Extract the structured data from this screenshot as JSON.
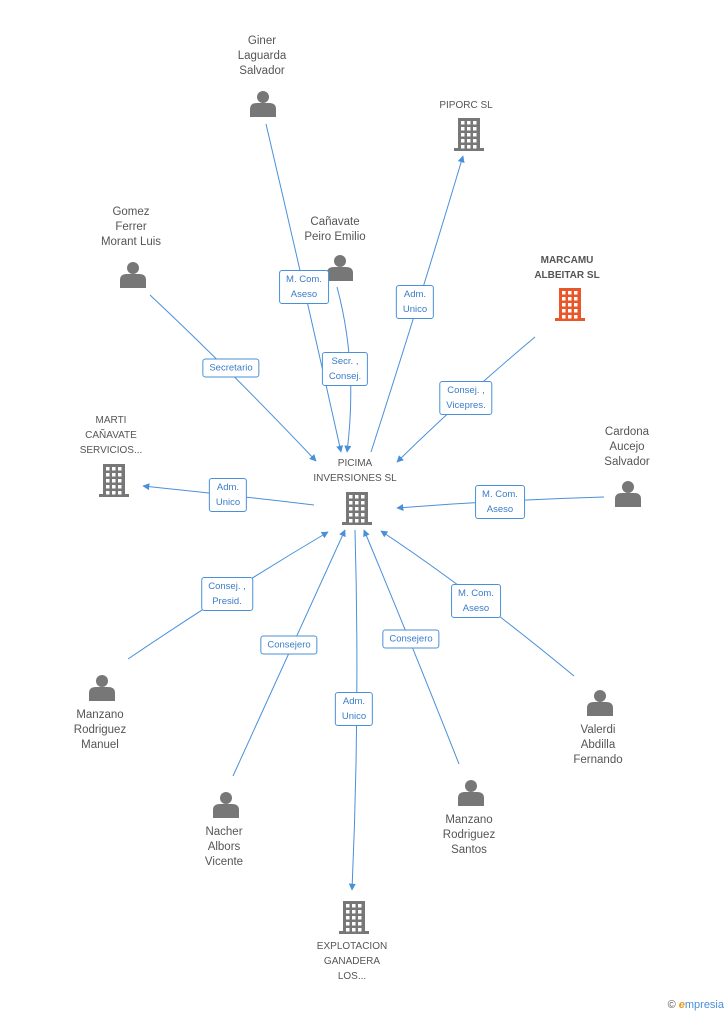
{
  "colors": {
    "edge": "#4a90d9",
    "person_icon": "#777777",
    "company_icon": "#777777",
    "highlight_company": "#e8572a"
  },
  "center": {
    "name": "PICIMA\nINVERSIONES SL"
  },
  "nodes": [
    {
      "id": "giner",
      "type": "person",
      "label": "Giner\nLaguarda\nSalvador"
    },
    {
      "id": "piporc",
      "type": "company",
      "label": "PIPORC SL"
    },
    {
      "id": "canavate",
      "type": "person",
      "label": "Cañavate\nPeiro Emilio"
    },
    {
      "id": "gomez",
      "type": "person",
      "label": "Gomez\nFerrer\nMorant Luis"
    },
    {
      "id": "marcamu",
      "type": "company",
      "highlight": true,
      "label": "MARCAMU\nALBEITAR SL"
    },
    {
      "id": "marti",
      "type": "company",
      "label": "MARTI\nCAÑAVATE\nSERVICIOS..."
    },
    {
      "id": "cardona",
      "type": "person",
      "label": "Cardona\nAucejo\nSalvador"
    },
    {
      "id": "manzano_m",
      "type": "person",
      "label": "Manzano\nRodriguez\nManuel"
    },
    {
      "id": "valerdi",
      "type": "person",
      "label": "Valerdi\nAbdilla\nFernando"
    },
    {
      "id": "nacher",
      "type": "person",
      "label": "Nacher\nAlbors\nVicente"
    },
    {
      "id": "manzano_s",
      "type": "person",
      "label": "Manzano\nRodriguez\nSantos"
    },
    {
      "id": "explotacion",
      "type": "company",
      "label": "EXPLOTACION\nGANADERA\nLOS..."
    }
  ],
  "relations": [
    {
      "from": "giner",
      "label": "M. Com.\nAseso"
    },
    {
      "from": "canavate",
      "label": "Secr. ,\nConsej."
    },
    {
      "from": "center",
      "to": "piporc",
      "label": "Adm.\nUnico"
    },
    {
      "from": "gomez",
      "label": "Secretario"
    },
    {
      "from": "marcamu",
      "label": "Consej. ,\nVicepres."
    },
    {
      "from": "center",
      "to": "marti",
      "label": "Adm.\nUnico"
    },
    {
      "from": "cardona",
      "label": "M. Com.\nAseso"
    },
    {
      "from": "manzano_m",
      "label": "Consej. ,\nPresid."
    },
    {
      "from": "valerdi",
      "label": "M. Com.\nAseso"
    },
    {
      "from": "nacher",
      "label": "Consejero"
    },
    {
      "from": "manzano_s",
      "label": "Consejero"
    },
    {
      "from": "center",
      "to": "explotacion",
      "label": "Adm.\nUnico"
    }
  ],
  "footer": {
    "copyright": "©",
    "brand_first": "e",
    "brand_rest": "mpresia"
  }
}
